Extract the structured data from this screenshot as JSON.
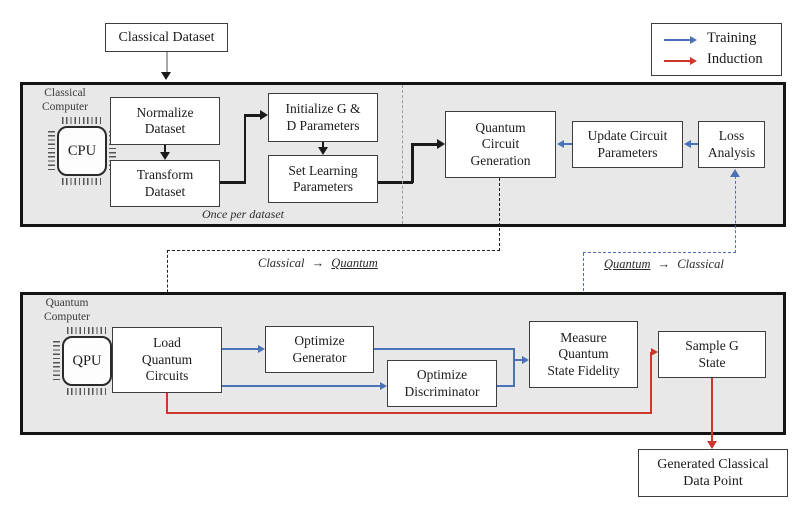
{
  "colors": {
    "training_blue": "#4a72b8",
    "induction_red": "#cf372c",
    "container_fill": "#e8e8e8",
    "flow_black": "#1a1a1a"
  },
  "legend": {
    "training": "Training",
    "induction": "Induction"
  },
  "input_box": {
    "lines": [
      "Classical Dataset"
    ]
  },
  "classical_section": {
    "label": [
      "Classical",
      "Computer"
    ],
    "chip_label": "CPU",
    "note": "Once per dataset",
    "boxes": {
      "normalize": [
        "Normalize",
        "Dataset"
      ],
      "transform": [
        "Transform",
        "Dataset"
      ],
      "init_gd": [
        "Initialize G &",
        "D Parameters"
      ],
      "set_learning": [
        "Set Learning",
        "Parameters"
      ],
      "qcg": [
        "Quantum",
        "Circuit",
        "Generation"
      ],
      "update": [
        "Update Circuit",
        "Parameters"
      ],
      "loss": [
        "Loss",
        "Analysis"
      ]
    }
  },
  "quantum_section": {
    "label": [
      "Quantum",
      "Computer"
    ],
    "chip_label": "QPU",
    "boxes": {
      "load": [
        "Load",
        "Quantum",
        "Circuits"
      ],
      "opt_gen": [
        "Optimize",
        "Generator"
      ],
      "opt_disc": [
        "Optimize",
        "Discriminator"
      ],
      "measure": [
        "Measure",
        "Quantum",
        "State Fidelity"
      ],
      "sample": [
        "Sample G",
        "State"
      ]
    }
  },
  "transfer_labels": {
    "c2q": {
      "from": "Classical",
      "arrow": "→",
      "to": "Quantum"
    },
    "q2c": {
      "from": "Quantum",
      "arrow": "→",
      "to": "Classical"
    }
  },
  "output_box": {
    "lines": [
      "Generated Classical",
      "Data Point"
    ]
  }
}
